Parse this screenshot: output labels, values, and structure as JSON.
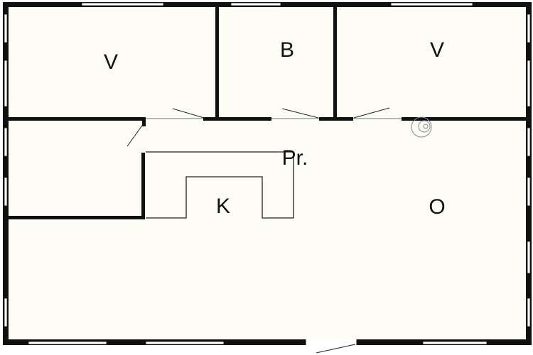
{
  "plan": {
    "colors": {
      "background": "#ffffff",
      "floor": "#fdfdf5",
      "wall": "#111111",
      "window": "#ffffff",
      "line": "#222222"
    },
    "rooms": [
      {
        "id": "room-v-left",
        "label": "V"
      },
      {
        "id": "room-b",
        "label": "B"
      },
      {
        "id": "room-v-right",
        "label": "V"
      },
      {
        "id": "room-pr",
        "label": "Pr."
      },
      {
        "id": "room-k",
        "label": "K"
      },
      {
        "id": "room-o",
        "label": "O"
      }
    ]
  }
}
